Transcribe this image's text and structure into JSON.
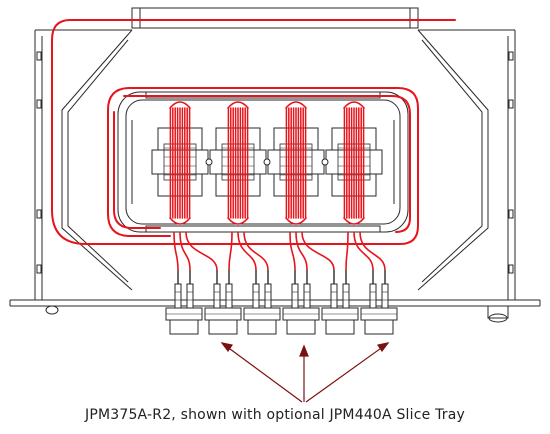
{
  "caption": "JPM375A-R2, shown with optional JPM440A Slice Tray",
  "colors": {
    "fiber": "#e8141c",
    "outline": "#2a2a2a",
    "arrow": "#7a1010",
    "background": "#ffffff"
  },
  "splice_modules": 4,
  "connector_adapters": 6,
  "connectors_per_adapter": 2
}
